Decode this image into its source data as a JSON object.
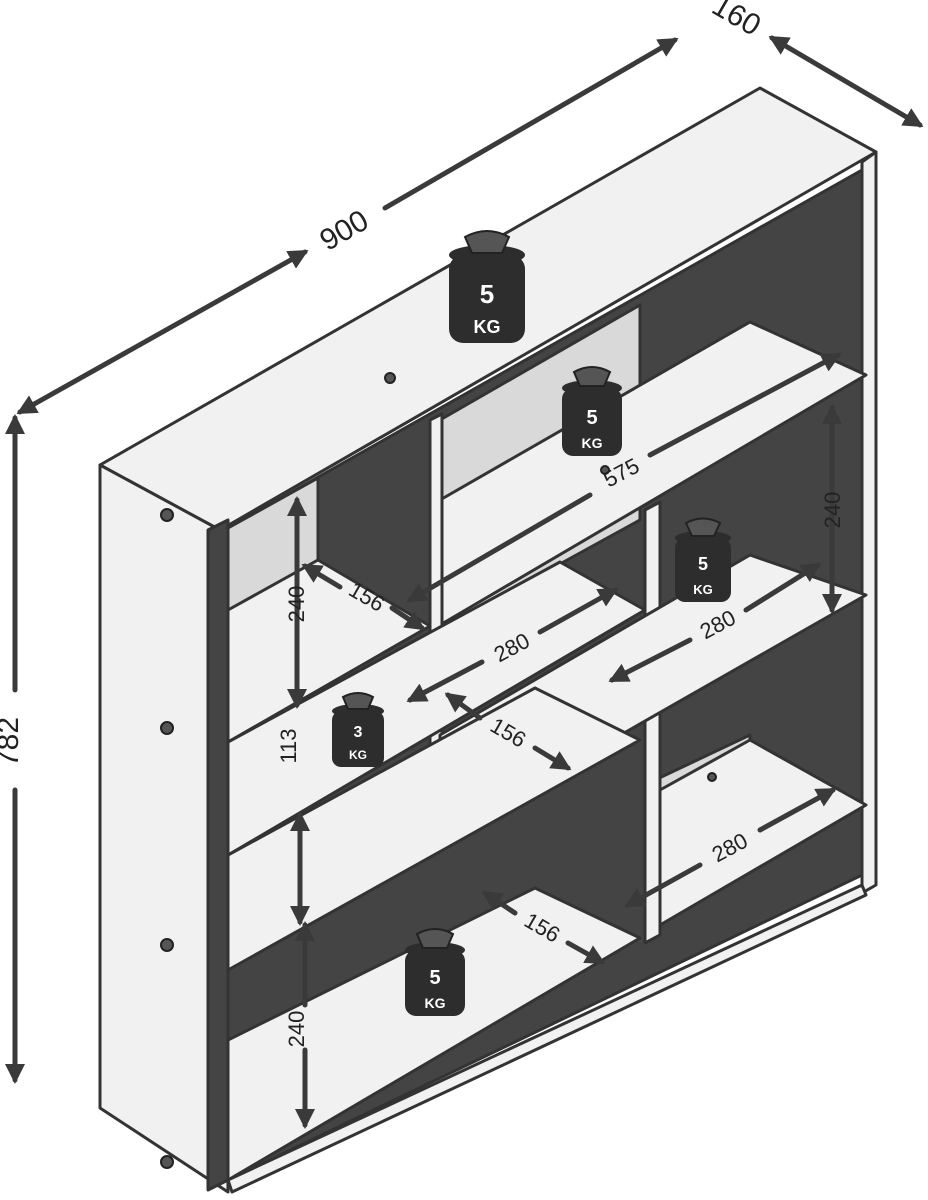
{
  "dimensions": {
    "width": "900",
    "depth": "160",
    "height": "782",
    "top_shelf_length": "575",
    "upper_left_height": "240",
    "upper_left_depth": "156",
    "upper_right_height": "240",
    "middle_shelf_length": "280",
    "middle_right_length": "280",
    "middle_depth": "156",
    "small_compartment_height": "113",
    "lower_right_length": "280",
    "lower_depth": "156",
    "bottom_height": "240"
  },
  "weights": [
    {
      "value": "5",
      "unit": "KG"
    },
    {
      "value": "5",
      "unit": "KG"
    },
    {
      "value": "5",
      "unit": "KG"
    },
    {
      "value": "3",
      "unit": "KG"
    },
    {
      "value": "5",
      "unit": "KG"
    }
  ],
  "colors": {
    "panel": "#f1f1f1",
    "panel_dark": "#444444",
    "line": "#333333",
    "weight": "#2d2d2d"
  }
}
